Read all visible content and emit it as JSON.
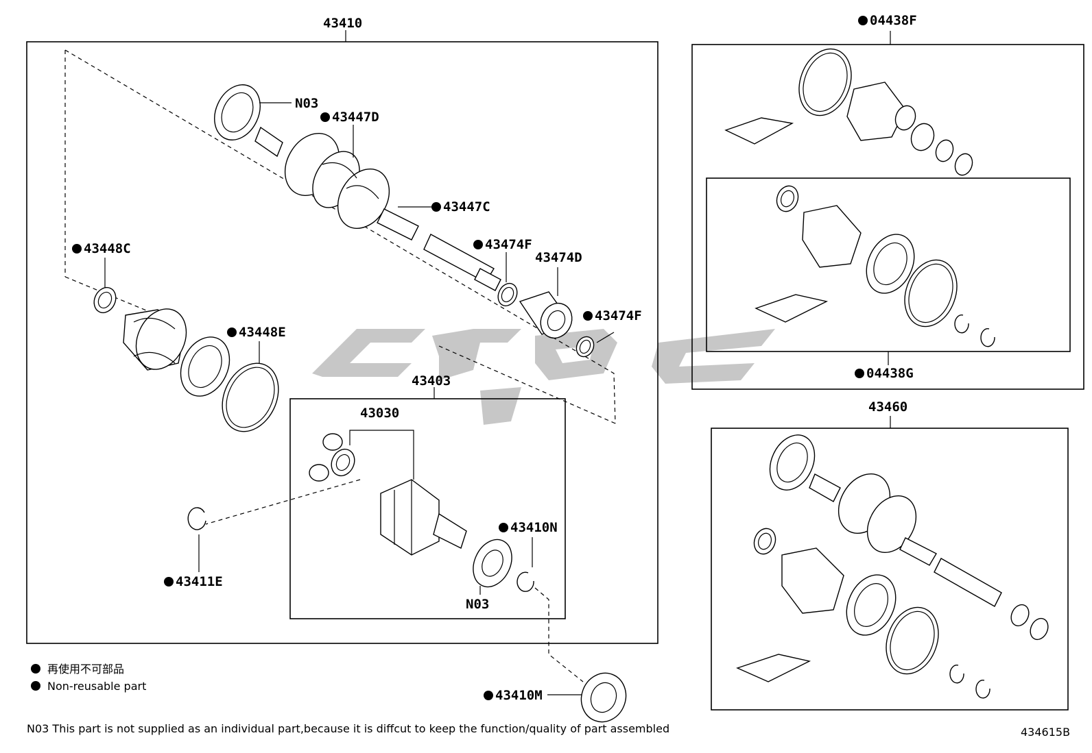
{
  "callouts": {
    "assy_left": "43410",
    "n03_top": "N03",
    "p43447D": "43447D",
    "p43447C": "43447C",
    "p43448C": "43448C",
    "p43474F_a": "43474F",
    "p43474D": "43474D",
    "p43474F_b": "43474F",
    "p43448E": "43448E",
    "p43403": "43403",
    "p43030": "43030",
    "p43410N": "43410N",
    "p43411E": "43411E",
    "n03_bottom": "N03",
    "p43410M": "43410M",
    "kit_04438F": "04438F",
    "kit_04438G": "04438G",
    "assy_right": "43460"
  },
  "legend": {
    "jp": "再使用不可部品",
    "en": "Non-reusable part"
  },
  "footnote": "N03 This part is not supplied as an  individual part,because it is diffcut to keep the function/quality of part assembled",
  "figure_id": "434615B",
  "colors": {
    "line": "#000000",
    "watermark": "#bdbdbd",
    "background": "#ffffff"
  }
}
